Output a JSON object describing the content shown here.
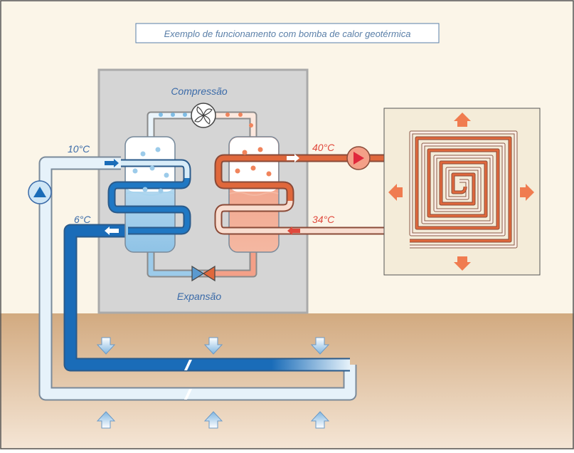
{
  "title": "Exemplo de funcionamento com bomba de calor geotérmica",
  "labels": {
    "compression": "Compressão",
    "expansion": "Expansão",
    "temp_supply_cold": "10°C",
    "temp_return_cold": "6°C",
    "temp_supply_hot": "40°C",
    "temp_return_hot": "34°C"
  },
  "colors": {
    "sky": "#fbf5e8",
    "ground_top": "#d2aa80",
    "ground_bottom": "#f5e6d6",
    "machine": "#d5d5d5",
    "floor_panel": "#f4ecd9",
    "cold_dark": "#1a6cb8",
    "cold_light": "#dbeef8",
    "hot_dark": "#e0683c",
    "hot_light": "#f8ddd0",
    "title_text": "#5a7fa8",
    "label_text": "#3a6aa8",
    "temp_cold_text": "#3a6aa8",
    "temp_hot_text": "#e0483c",
    "heat_arrow": "#f07c50"
  },
  "icons": [
    "fan-icon",
    "expansion-valve-icon",
    "circulation-pump-icon",
    "heat-arrow-icon",
    "ground-heat-arrow-icon"
  ]
}
